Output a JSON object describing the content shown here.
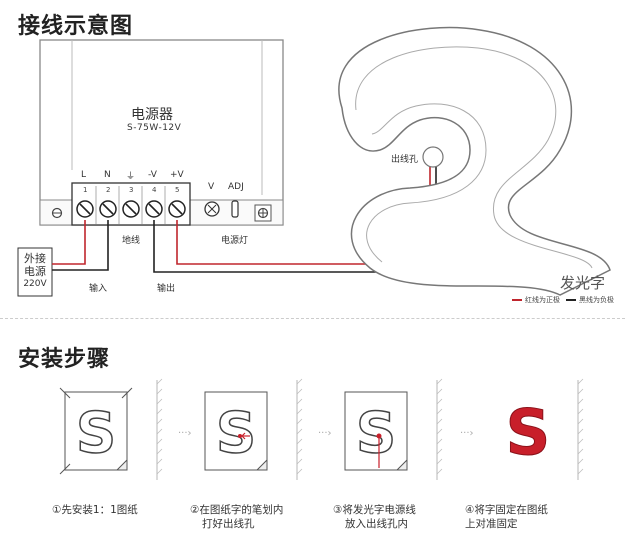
{
  "section1": {
    "title": "接线示意图",
    "psu_title": "电源器",
    "psu_model": "S-75W-12V",
    "terminals": [
      {
        "label": "L",
        "num": "1"
      },
      {
        "label": "N",
        "num": "2"
      },
      {
        "label": "⏚",
        "num": "3"
      },
      {
        "label": "-V",
        "num": "4"
      },
      {
        "label": "+V",
        "num": "5"
      }
    ],
    "v_label": "V",
    "adj_label": "ADJ",
    "ground_label": "地线",
    "power_led_label": "电源灯",
    "input_label": "输入",
    "output_label": "输出",
    "external_power": [
      "外接",
      "电源",
      "220V"
    ],
    "hole_label": "出线孔",
    "luminous_char": "发光字",
    "legend_red": "红线为正极",
    "legend_black": "黑线为负极",
    "colors": {
      "red_wire": "#c0262d",
      "black_wire": "#222222"
    }
  },
  "section2": {
    "title": "安装步骤",
    "steps": [
      {
        "caption_line1": "①先安装1：1图纸",
        "caption_line2": ""
      },
      {
        "caption_line1": "②在图纸字的笔划内",
        "caption_line2": "打好出线孔"
      },
      {
        "caption_line1": "③将发光字电源线",
        "caption_line2": "放入出线孔内"
      },
      {
        "caption_line1": "④将字固定在图纸",
        "caption_line2": "上对准固定"
      }
    ],
    "colors": {
      "red_letter": "#c81f2a"
    }
  }
}
